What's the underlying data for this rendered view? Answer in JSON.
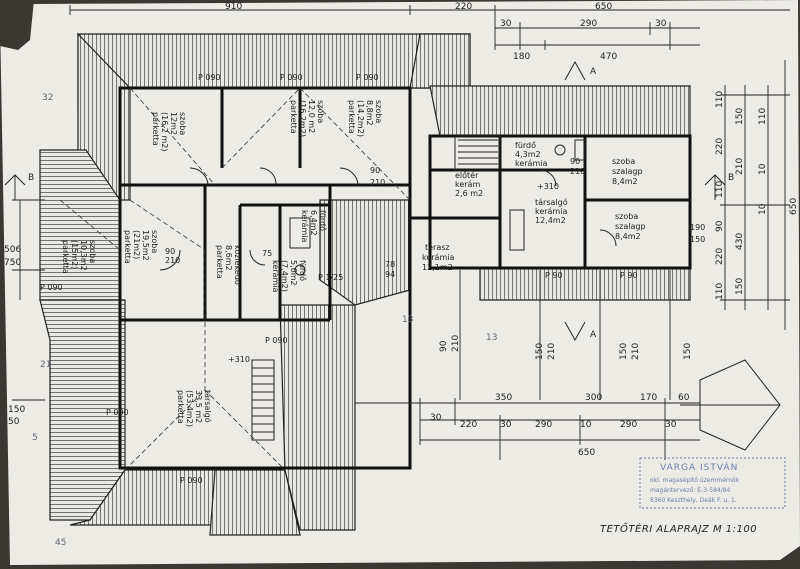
{
  "dims": {
    "top_row1": [
      "910",
      "220",
      "650"
    ],
    "top_row2": [
      "30",
      "290",
      "30"
    ],
    "top_row3": [
      "180",
      "470"
    ],
    "bottom_row1": [
      "350",
      "300",
      "170",
      "60"
    ],
    "bottom_row2": [
      "30",
      "220",
      "30",
      "290",
      "10",
      "290",
      "30"
    ],
    "bottom_total": "650",
    "right_col1": [
      "110",
      "220",
      "110",
      "90",
      "220",
      "110"
    ],
    "right_col2": [
      "150",
      "210",
      "430",
      "150"
    ],
    "right_col3": [
      "110",
      "10",
      "10"
    ],
    "right_total": "650",
    "left_a": "506",
    "left_b": "750",
    "left_c": "150",
    "left_d": "50",
    "mid_vertical": [
      "90",
      "210",
      "150",
      "210",
      "150",
      "210",
      "150"
    ],
    "misc": [
      "90",
      "210",
      "75",
      "90",
      "78",
      "94",
      "210",
      "190",
      "150",
      "90",
      "210",
      "+310",
      "+310"
    ]
  },
  "rooms": [
    {
      "name": "szoba",
      "area": "12m2",
      "area2": "(16,2 m2)",
      "floor": "parketta"
    },
    {
      "name": "szoba",
      "area": "12,0 m2",
      "area2": "(16,2m2)",
      "floor": "parketta"
    },
    {
      "name": "szoba",
      "area": "8,8m2",
      "area2": "(14,2m2)",
      "floor": "parketta"
    },
    {
      "name": "szoba",
      "area": "10,3m2",
      "area2": "(15m2)",
      "floor": "parketta"
    },
    {
      "name": "szoba",
      "area": "19,5m2",
      "area2": "(21m2)",
      "floor": "parketta"
    },
    {
      "name": "közlekedő",
      "area": "8,6m2",
      "floor": "parketta"
    },
    {
      "name": "fürdő",
      "area": "5,6m2",
      "area2": "(7,4m2)",
      "floor": "kerámia"
    },
    {
      "name": "fürdő",
      "area": "6,4m2",
      "floor": "kerámia"
    },
    {
      "name": "társalgó",
      "area": "33,5 m2",
      "area2": "(53,4m2)",
      "floor": "parketta"
    },
    {
      "name": "fürdő",
      "area": "4,3m2",
      "floor": "kerámia"
    },
    {
      "name": "előtér",
      "area": "2,6 m2",
      "floor": "kerám"
    },
    {
      "name": "társalgó",
      "area": "12,4m2",
      "floor": "kerámia"
    },
    {
      "name": "szoba",
      "area": "8,4m2",
      "floor": "szalagp"
    },
    {
      "name": "szoba",
      "area": "8,4m2",
      "floor": "szalagp"
    },
    {
      "name": "terasz",
      "area": "12,1m2",
      "floor": "kerámia"
    }
  ],
  "door_marks": [
    "P 090",
    "P 090",
    "P 090",
    "P 090",
    "P 090",
    "P 090",
    "P 90",
    "P 90",
    "P 1/25",
    "P 090"
  ],
  "section": [
    "B",
    "B",
    "A",
    "A"
  ],
  "annotations": [
    "32",
    "13",
    "13",
    "5",
    "45",
    "21"
  ],
  "stamp": {
    "name": "VARGA ISTVÁN",
    "line1": "okl. magasépítő üzemmérnök",
    "line2": "magántervező: É-3-584/84",
    "line3": "8360 Keszthely, Deák F. u. 1."
  },
  "title": "TETŐTÉRI ALAPRAJZ M 1:100"
}
